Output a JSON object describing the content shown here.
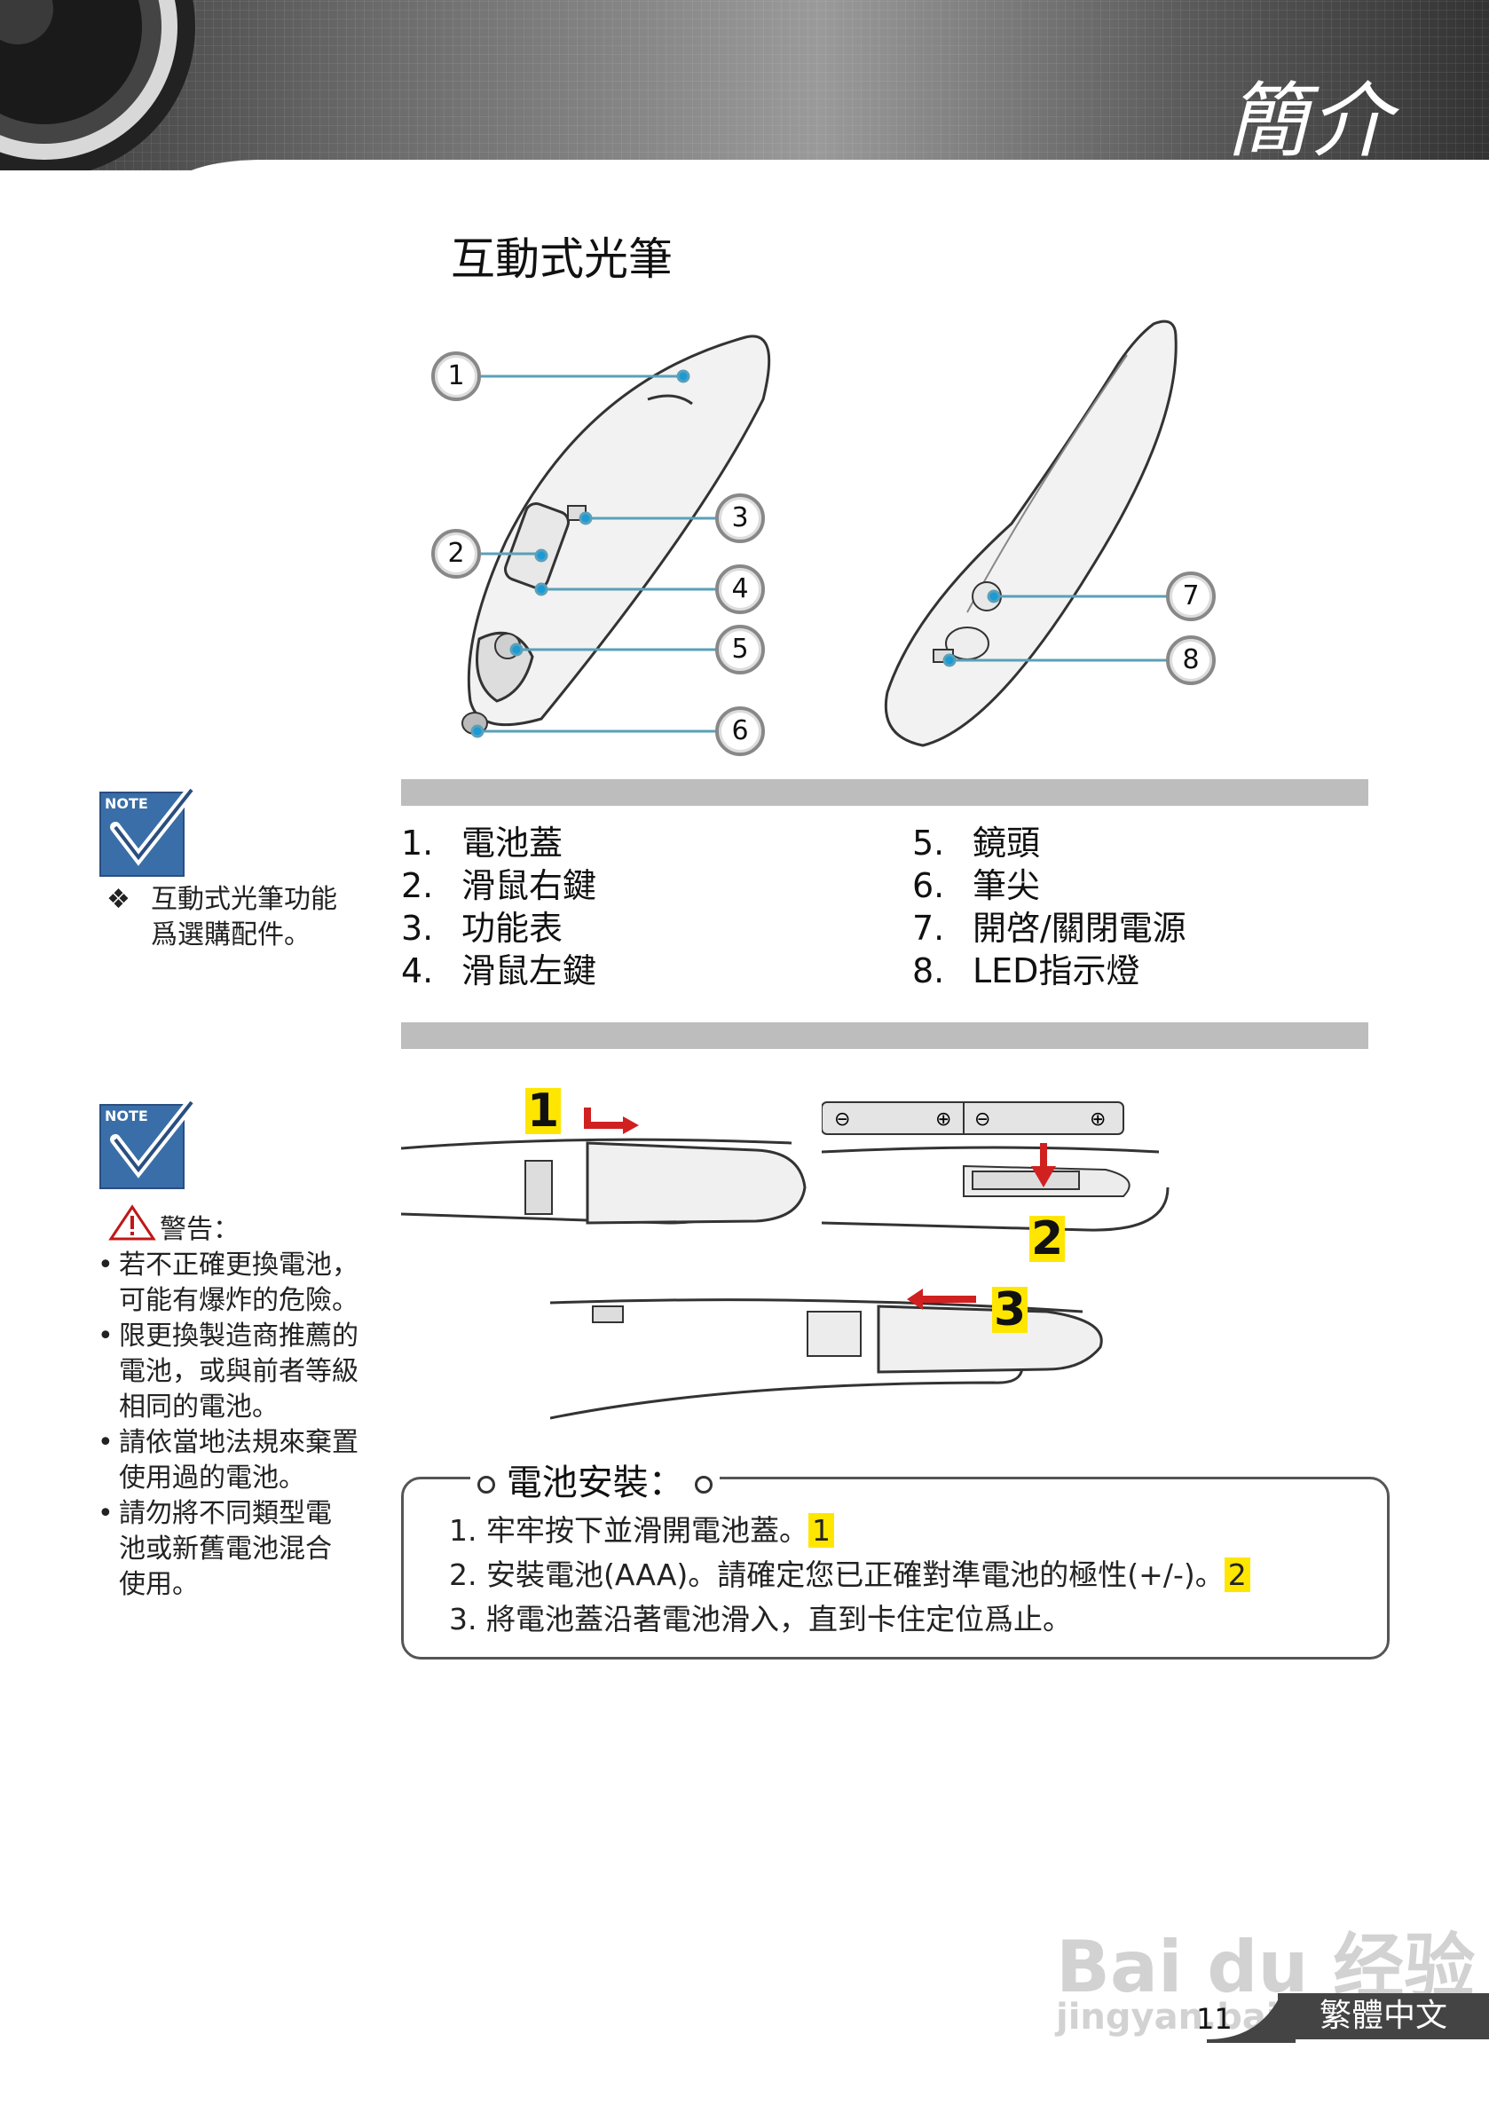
{
  "header": {
    "title": "簡介"
  },
  "section_title": "互動式光筆",
  "callouts": [
    "1",
    "2",
    "3",
    "4",
    "5",
    "6",
    "7",
    "8"
  ],
  "parts": {
    "left": [
      {
        "num": "1.",
        "label": "電池蓋"
      },
      {
        "num": "2.",
        "label": "滑鼠右鍵"
      },
      {
        "num": "3.",
        "label": "功能表"
      },
      {
        "num": "4.",
        "label": "滑鼠左鍵"
      }
    ],
    "right": [
      {
        "num": "5.",
        "label": "鏡頭"
      },
      {
        "num": "6.",
        "label": "筆尖"
      },
      {
        "num": "7.",
        "label": "開啓/關閉電源"
      },
      {
        "num": "8.",
        "label": "LED指示燈"
      }
    ]
  },
  "note1": {
    "badge": "NOTE",
    "bullet": "❖",
    "line1": "互動式光筆功能",
    "line2": "爲選購配件。"
  },
  "note2": {
    "badge": "NOTE",
    "warning_title": "警告：",
    "items": [
      {
        "line1": "若不正確更換電池，",
        "line2": "可能有爆炸的危險。"
      },
      {
        "line1": "限更換製造商推薦的",
        "line2": "電池，或與前者等級",
        "line3": "相同的電池。"
      },
      {
        "line1": "請依當地法規來棄置",
        "line2": "使用過的電池。"
      },
      {
        "line1": "請勿將不同類型電",
        "line2": "池或新舊電池混合",
        "line3": "使用。"
      }
    ]
  },
  "steps_labels": [
    "1",
    "2",
    "3"
  ],
  "install": {
    "title": "電池安裝：",
    "steps": [
      {
        "num": "1.",
        "text": "牢牢按下並滑開電池蓋。",
        "tag": "1"
      },
      {
        "num": "2.",
        "text": "安裝電池(AAA)。請確定您已正確對準電池的極性(+/-)。",
        "tag": "2"
      },
      {
        "num": "3.",
        "text": "將電池蓋沿著電池滑入，直到卡住定位爲止。",
        "tag": ""
      }
    ]
  },
  "footer": {
    "page": "11",
    "lang": "繁體中文"
  },
  "watermark": {
    "brand": "Bai  du 经验",
    "url": "jingyan.baidu.com"
  },
  "colors": {
    "header_dark": "#3a3a3a",
    "bar": "#bdbdbd",
    "callout_line": "#5aa0b8",
    "callout_dot": "#1a9ad6",
    "note_blue": "#3a6ea8",
    "arrow_red": "#d02020",
    "highlight": "#ffe600"
  }
}
